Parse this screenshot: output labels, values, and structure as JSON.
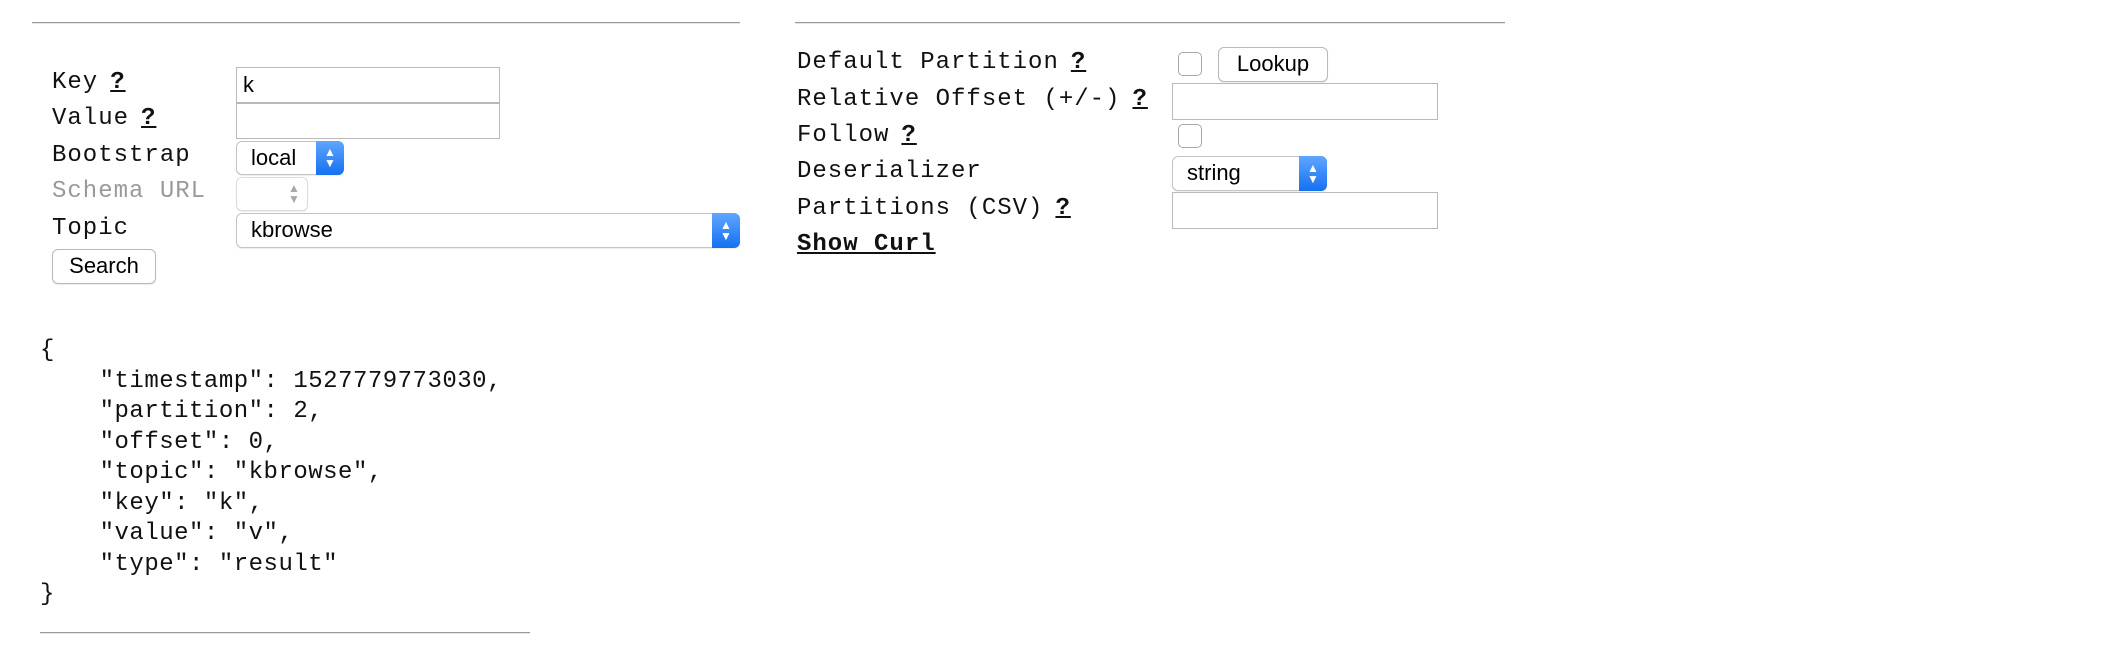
{
  "left_form": {
    "key": {
      "label": "Key",
      "help": "?",
      "value": "k"
    },
    "value": {
      "label": "Value",
      "help": "?",
      "value": ""
    },
    "bootstrap": {
      "label": "Bootstrap",
      "selected": "local"
    },
    "schema_url": {
      "label": "Schema URL",
      "selected": ""
    },
    "topic": {
      "label": "Topic",
      "selected": "kbrowse"
    },
    "search_label": "Search"
  },
  "right_form": {
    "default_partition": {
      "label": "Default Partition",
      "help": "?",
      "checked": false,
      "lookup_label": "Lookup"
    },
    "relative_offset": {
      "label": "Relative Offset (+/-)",
      "help": "?",
      "value": ""
    },
    "follow": {
      "label": "Follow",
      "help": "?",
      "checked": false
    },
    "deserializer": {
      "label": "Deserializer",
      "selected": "string"
    },
    "partitions": {
      "label": "Partitions (CSV)",
      "help": "?",
      "value": ""
    },
    "show_curl_label": "Show Curl"
  },
  "result_json": "{\n    \"timestamp\": 1527779773030,\n    \"partition\": 2,\n    \"offset\": 0,\n    \"topic\": \"kbrowse\",\n    \"key\": \"k\",\n    \"value\": \"v\",\n    \"type\": \"result\"\n}",
  "colors": {
    "select_accent": "#1670f0",
    "muted_label": "#9a9a9a"
  }
}
